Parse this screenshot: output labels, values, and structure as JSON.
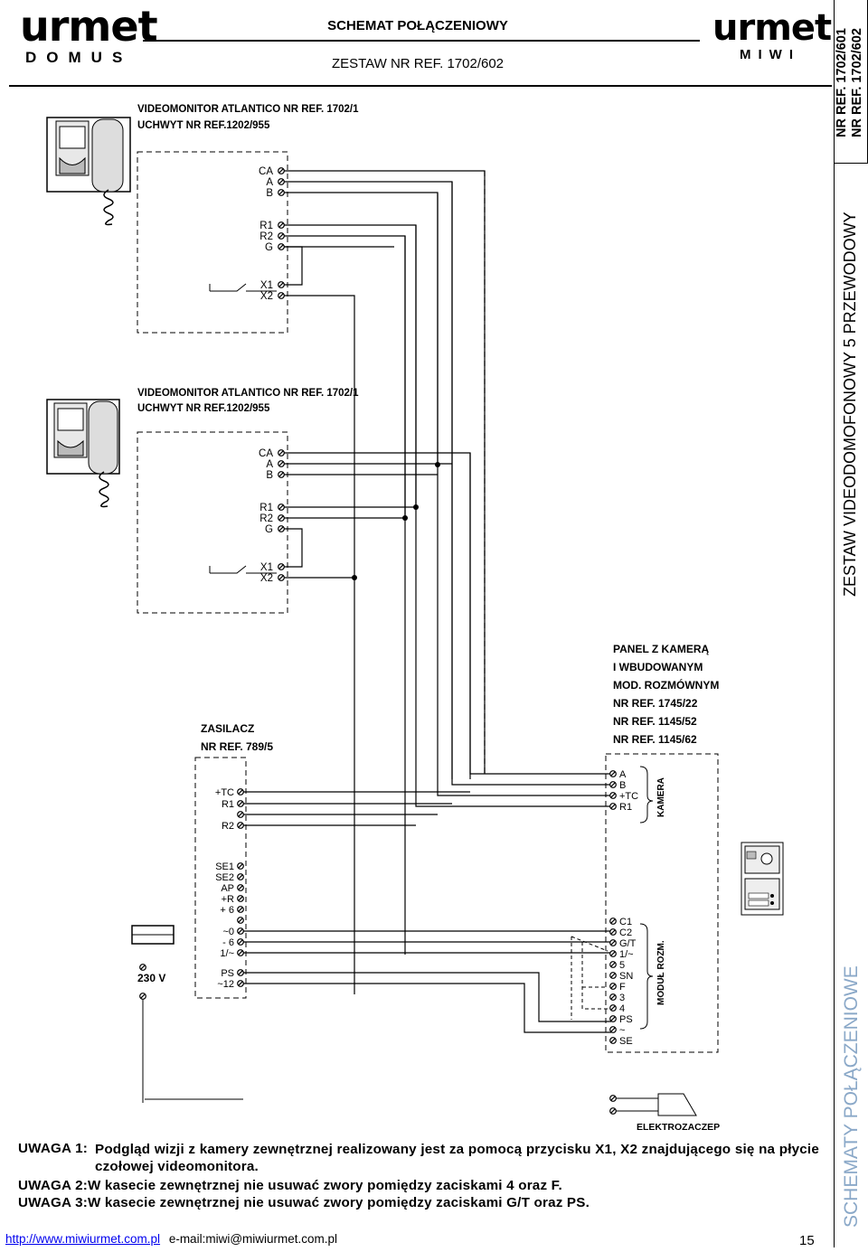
{
  "header": {
    "logo_left_main": "urmet",
    "logo_left_sub": "DOMUS",
    "logo_right_main": "urmet",
    "logo_right_sub": "MIWI",
    "title": "SCHEMAT POŁĄCZENIOWY",
    "subtitle": "ZESTAW NR REF. 1702/602"
  },
  "side": {
    "ref_1": "NR REF. 1702/601",
    "ref_2": "NR REF. 1702/602",
    "set_name": "ZESTAW VIDEODOMOFONOWY 5 PRZEWODOWY",
    "section": "SCHEMATY POŁĄCZENIOWE"
  },
  "diagram": {
    "monitor1": {
      "title": "VIDEOMONITOR ATLANTICO NR REF. 1702/1",
      "bracket": "UCHWYT NR REF.1202/955",
      "terminals": [
        "CA",
        "A",
        "B",
        "R1",
        "R2",
        "G",
        "X1",
        "X2"
      ]
    },
    "monitor2": {
      "title": "VIDEOMONITOR ATLANTICO NR REF. 1702/1",
      "bracket": "UCHWYT NR REF.1202/955",
      "terminals": [
        "CA",
        "A",
        "B",
        "R1",
        "R2",
        "G",
        "X1",
        "X2"
      ]
    },
    "psu": {
      "title": "ZASILACZ",
      "ref": "NR REF. 789/5",
      "terminals": [
        "+TC",
        "R1",
        "R2",
        "SE1",
        "SE2",
        "AP",
        "+R",
        "+ 6",
        "~0",
        "- 6",
        "1/~",
        "PS",
        "~12"
      ],
      "mains": "230 V"
    },
    "panel": {
      "title_lines": [
        "PANEL Z KAMERĄ",
        "I WBUDOWANYM",
        "MOD. ROZMÓWNYM",
        "NR REF. 1745/22",
        "NR REF. 1145/52",
        "NR REF. 1145/62"
      ],
      "camera_terminals": [
        "A",
        "B",
        "+TC",
        "R1"
      ],
      "camera_label": "KAMERA",
      "module_terminals": [
        "C1",
        "C2",
        "G/T",
        "1/~",
        "5",
        "SN",
        "F",
        "3",
        "4",
        "PS",
        "~",
        "SE"
      ],
      "module_label": "MODUŁ ROZM."
    },
    "lock": "ELEKTROZACZEP"
  },
  "notes": {
    "note1_label": "UWAGA 1:",
    "note1_text": "Podgląd wizji z kamery zewnętrznej realizowany jest za pomocą przycisku X1, X2 znajdującego się na płycie czołowej videomonitora.",
    "note2": "UWAGA 2:W kasecie zewnętrznej nie usuwać zwory pomiędzy zaciskami 4 oraz F.",
    "note3": "UWAGA 3:W kasecie zewnętrznej nie usuwać zwory pomiędzy zaciskami G/T oraz PS."
  },
  "footer": {
    "url": "http://www.miwiurmet.com.pl",
    "email": "e-mail:miwi@miwiurmet.com.pl",
    "page": "15"
  }
}
